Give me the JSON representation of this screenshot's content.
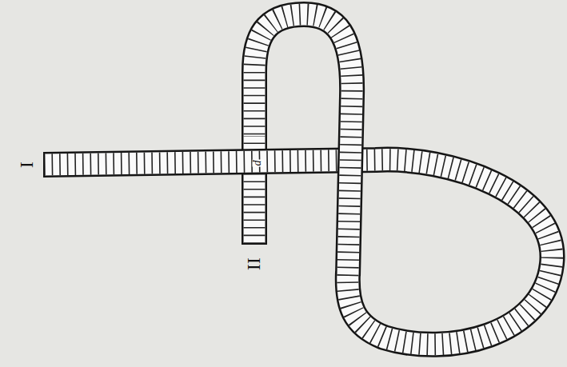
{
  "diagram": {
    "labels": [
      "I",
      "II",
      "p"
    ]
  }
}
